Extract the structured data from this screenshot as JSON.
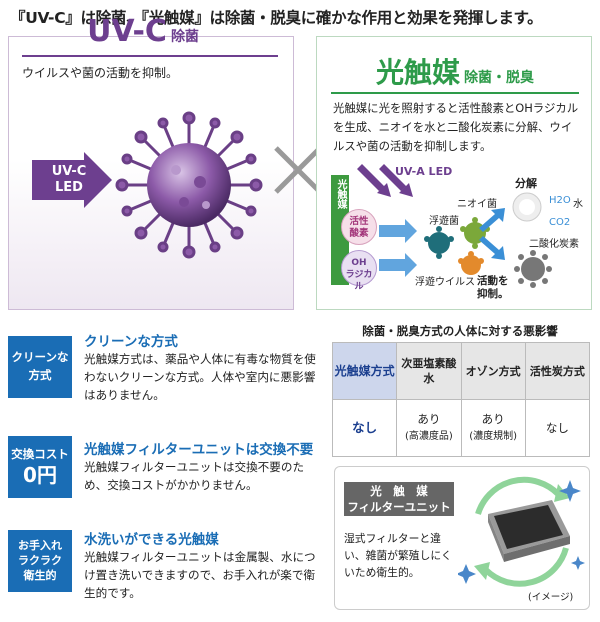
{
  "headline": "『UV-C』は除菌、『光触媒』は除菌・脱臭に確かな作用と効果を発揮します。",
  "uvc": {
    "title": "UV-C",
    "subtitle": "除菌",
    "desc": "ウイルスや菌の活動を抑制。",
    "led_line1": "UV-C",
    "led_line2": "LED"
  },
  "photocatalyst": {
    "title": "光触媒",
    "subtitle": "除菌・脱臭",
    "desc": "光触媒に光を照射すると活性酸素とOHラジカルを生成、ニオイを水と二酸化炭素に分解、ウイルスや菌の活動を抑制します。",
    "diagram": {
      "strip_label": "光触媒",
      "uva_led": "UV-A LED",
      "active_oxygen_1": "活性",
      "active_oxygen_2": "酸素",
      "oh_1": "OH",
      "oh_2": "ラジカル",
      "odor_bacteria": "ニオイ菌",
      "floating_bacteria": "浮遊菌",
      "floating_virus": "浮遊ウイルス",
      "decompose": "分解",
      "h2o": "H2O",
      "water": "水",
      "co2": "CO2",
      "carbon_dioxide": "二酸化炭素",
      "suppress_1": "活動を",
      "suppress_2": "抑制。"
    }
  },
  "features": [
    {
      "badge": "クリーンな方式",
      "title": "クリーンな方式",
      "body": "光触媒方式は、薬品や人体に有毒な物質を使わないクリーンな方式。人体や室内に悪影響はありません。"
    },
    {
      "badge": "交換コスト",
      "badge_big": "0円",
      "title": "光触媒フィルターユニットは交換不要",
      "body": "光触媒フィルターユニットは交換不要のため、交換コストがかかりません。"
    },
    {
      "badge": "お手入れラクラク衛生的",
      "title": "水洗いができる光触媒",
      "body": "光触媒フィルターユニットは金属製、水につけ置き洗いできますので、お手入れが楽で衛生的です。"
    }
  ],
  "comparison": {
    "title": "除菌・脱臭方式の人体に対する悪影響",
    "headers": [
      "光触媒方式",
      "次亜塩素酸水",
      "オゾン方式",
      "活性炭方式"
    ],
    "row": [
      {
        "main": "なし",
        "sub": ""
      },
      {
        "main": "あり",
        "sub": "(高濃度品)"
      },
      {
        "main": "あり",
        "sub": "(濃度規制)"
      },
      {
        "main": "なし",
        "sub": ""
      }
    ]
  },
  "filter": {
    "label_line1": "光　触　媒",
    "label_line2": "フィルターユニット",
    "desc": "湿式フィルターと違い、雑菌が繁殖しにくいため衛生的。",
    "note": "(イメージ)"
  },
  "colors": {
    "uvc_purple": "#6d3f8f",
    "pc_green": "#2e9b4a",
    "badge_blue": "#1a6db5",
    "pc_table_blue": "#1b3f8f"
  }
}
